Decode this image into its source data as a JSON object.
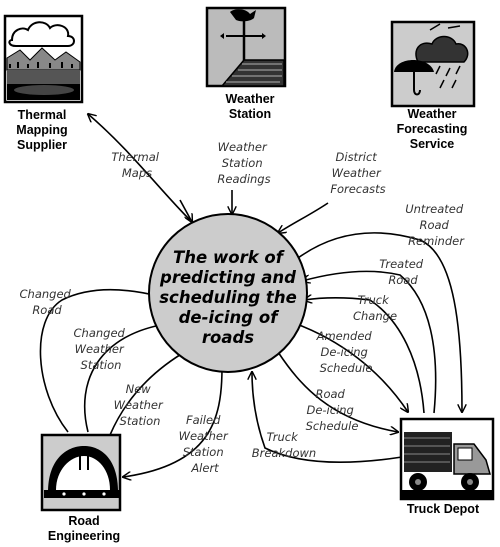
{
  "process": {
    "lines": [
      "The work of",
      "predicting  and",
      "scheduling the",
      "de-icing of",
      "roads"
    ],
    "fill": "#cccccc"
  },
  "entities": {
    "thermal": {
      "lines": [
        "Thermal",
        "Mapping",
        "Supplier"
      ],
      "icon": "thermal-map-icon"
    },
    "weather_station": {
      "lines": [
        "Weather",
        "Station"
      ],
      "icon": "weather-vane-icon"
    },
    "forecasting": {
      "lines": [
        "Weather",
        "Forecasting",
        "Service"
      ],
      "icon": "storm-cloud-umbrella-icon"
    },
    "truck_depot": {
      "lines": [
        "Truck Depot"
      ],
      "icon": "dump-truck-icon"
    },
    "road_engineering": {
      "lines": [
        "Road",
        "Engineering"
      ],
      "icon": "hard-hat-icon"
    }
  },
  "flows": {
    "thermal_maps": [
      "Thermal",
      "Maps"
    ],
    "station_readings": [
      "Weather",
      "Station",
      "Readings"
    ],
    "district_forecasts": [
      "District",
      "Weather",
      "Forecasts"
    ],
    "untreated_reminder": [
      "Untreated",
      "Road",
      "Reminder"
    ],
    "treated_road": [
      "Treated",
      "Road"
    ],
    "truck_change": [
      "Truck",
      "Change"
    ],
    "amended_schedule": [
      "Amended",
      "De-icing",
      "Schedule"
    ],
    "road_schedule": [
      "Road",
      "De-icing",
      "Schedule"
    ],
    "truck_breakdown": [
      "Truck",
      "Breakdown"
    ],
    "failed_alert": [
      "Failed",
      "Weather",
      "Station",
      "Alert"
    ],
    "new_station": [
      "New",
      "Weather",
      "Station"
    ],
    "changed_station": [
      "Changed",
      "Weather",
      "Station"
    ],
    "changed_road": [
      "Changed",
      "Road"
    ]
  }
}
